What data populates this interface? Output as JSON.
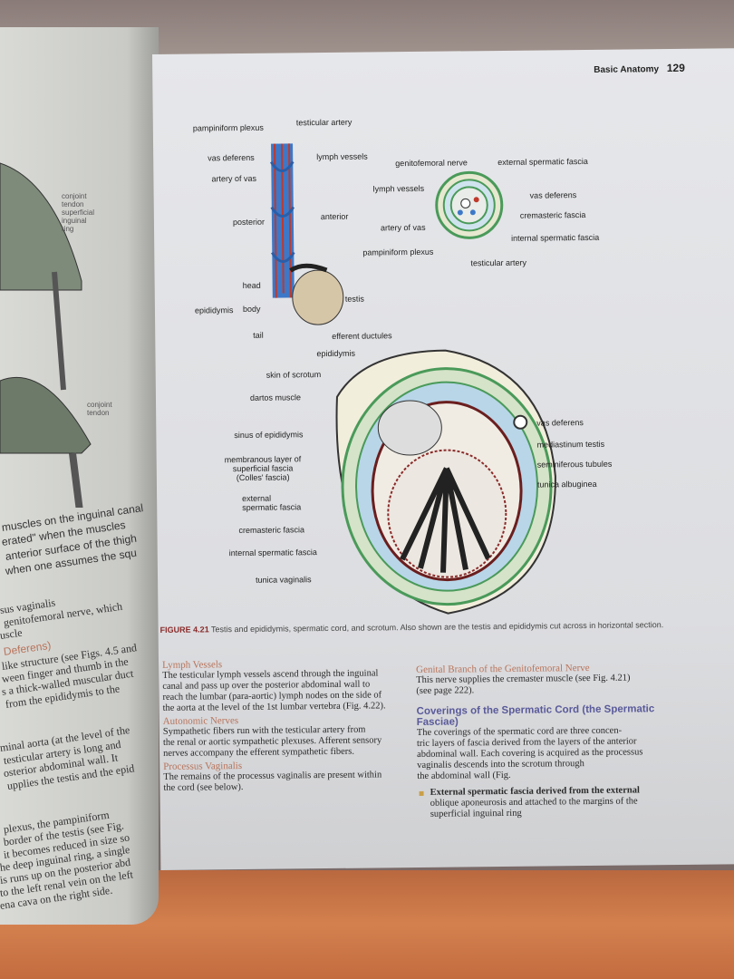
{
  "header": {
    "section": "Basic Anatomy",
    "page": "129"
  },
  "figure": {
    "number": "FIGURE 4.21",
    "caption": "Testis and epididymis, spermatic cord, and scrotum. Also shown are the testis and epididymis cut across in horizontal section.",
    "top_left_labels": [
      "pampiniform plexus",
      "testicular artery",
      "vas deferens",
      "lymph vessels",
      "artery of vas",
      "posterior",
      "anterior",
      "head",
      "epididymis",
      "body",
      "tail",
      "testis"
    ],
    "cross_section_labels": [
      "genitofemoral nerve",
      "external spermatic fascia",
      "lymph vessels",
      "vas deferens",
      "cremasteric fascia",
      "artery of vas",
      "internal spermatic fascia",
      "pampiniform plexus",
      "testicular artery"
    ],
    "bottom_left_labels": [
      "efferent ductules",
      "epididymis",
      "skin of scrotum",
      "dartos muscle",
      "sinus of epididymis",
      "membranous layer of",
      "superficial fascia",
      "(Colles' fascia)",
      "external",
      "spermatic fascia",
      "cremasteric fascia",
      "internal spermatic fascia",
      "tunica vaginalis"
    ],
    "bottom_right_labels": [
      "vas deferens",
      "mediastinum testis",
      "seminiferous tubules",
      "tunica albuginea"
    ]
  },
  "left_page": {
    "figure_labels": [
      "conjoint",
      "tendon",
      "superficial",
      "inguinal",
      "ring",
      "conjoint",
      "tendon"
    ],
    "lines": [
      "muscles on the inguinal canal",
      "erated\" when the muscles",
      "anterior surface of the thigh",
      "when one assumes the squ",
      "sus vaginalis",
      "genitofemoral nerve, which",
      "uscle",
      "Deferens)",
      "like structure (see Figs. 4.5 and",
      "ween finger and thumb in the",
      "s a thick-walled muscular duct",
      "from the epididymis to the",
      "minal aorta (at the level of the",
      "testicular artery is long and",
      "osterior abdominal wall. It",
      "upplies the testis and the epid",
      "plexus, the pampiniform",
      "border of the testis (see Fig.",
      "it becomes reduced in size so",
      "he deep inguinal ring, a single",
      "is runs up on the posterior abd",
      "to the left renal vein on the left",
      "ena cava on the right side."
    ]
  },
  "col1": [
    {
      "heading": "Lymph Vessels",
      "text": [
        "The testicular lymph vessels ascend through the inguinal",
        "canal and pass up over the posterior abdominal wall to",
        "reach the lumbar (para-aortic) lymph nodes on the side of",
        "the aorta at the level of the 1st lumbar vertebra (Fig. 4.22)."
      ]
    },
    {
      "heading": "Autonomic Nerves",
      "text": [
        "Sympathetic fibers run with the testicular artery from",
        "the renal or aortic sympathetic plexuses. Afferent sensory",
        "nerves accompany the efferent sympathetic fibers."
      ]
    },
    {
      "heading": "Processus Vaginalis",
      "text": [
        "The remains of the processus vaginalis are present within",
        "the cord (see below)."
      ]
    }
  ],
  "col2": {
    "h1": "Genital Branch of the Genitofemoral Nerve",
    "p1": [
      "This nerve supplies the cremaster muscle (see Fig. 4.21)",
      "(see page 222)."
    ],
    "h2a": "Coverings of the Spermatic Cord (the Spermatic",
    "h2b": "Fasciae)",
    "p2": [
      "The coverings of the spermatic cord are three concen-",
      "tric layers of fascia derived from the layers of the anterior",
      "abdominal wall. Each covering is acquired as the processus",
      "vaginalis descends into the scrotum through",
      "the abdominal wall (Fig."
    ],
    "bullet": [
      "External spermatic fascia derived from the external",
      "oblique aponeurosis and attached to the margins of the",
      "superficial inguinal ring"
    ]
  }
}
